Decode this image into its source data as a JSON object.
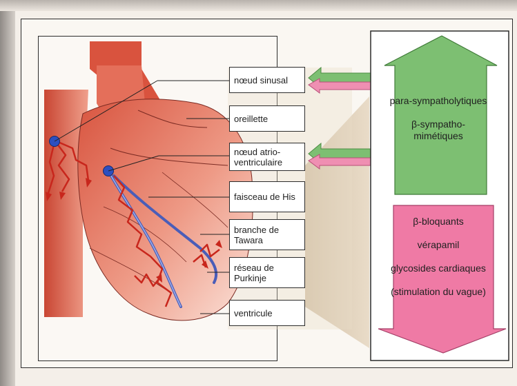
{
  "labels": {
    "sinus_node": "nœud sinusal",
    "atrium": "oreillette",
    "av_node": "nœud atrio-ventriculaire",
    "his_bundle": "faisceau de His",
    "tawara_branch": "branche de Tawara",
    "purkinje": "réseau de Purkinje",
    "ventricle": "ventricule"
  },
  "stimulants": {
    "item1": "para-sympatholytiques",
    "item2": "β-sympatho-mimétiques"
  },
  "inhibitors": {
    "item1": "β-bloquants",
    "item2": "vérapamil",
    "item3": "glycosides cardiaques",
    "item4": "(stimulation du vague)"
  },
  "colors": {
    "green": "#7dbf72",
    "pink": "#ef7aa5",
    "tan": "#d9c8ae",
    "heart": "#e8705c"
  }
}
